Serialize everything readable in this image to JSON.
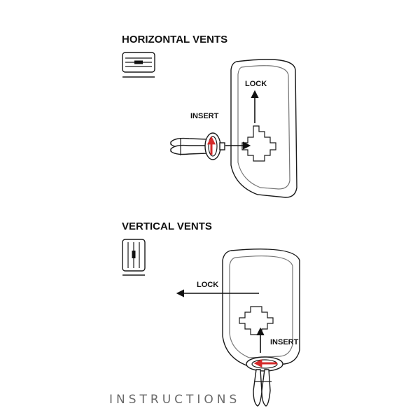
{
  "horizontal": {
    "title": "HORIZONTAL VENTS",
    "insert_label": "INSERT",
    "lock_label": "LOCK",
    "vent_icon": "horizontal-vent-icon"
  },
  "vertical": {
    "title": "VERTICAL VENTS",
    "insert_label": "INSERT",
    "lock_label": "LOCK",
    "vent_icon": "vertical-vent-icon"
  },
  "footer": {
    "label": "INSTRUCTIONS"
  },
  "colors": {
    "line": "#1a1a1a",
    "accent": "#d42a2a",
    "footer_text": "#6a6a6a"
  }
}
